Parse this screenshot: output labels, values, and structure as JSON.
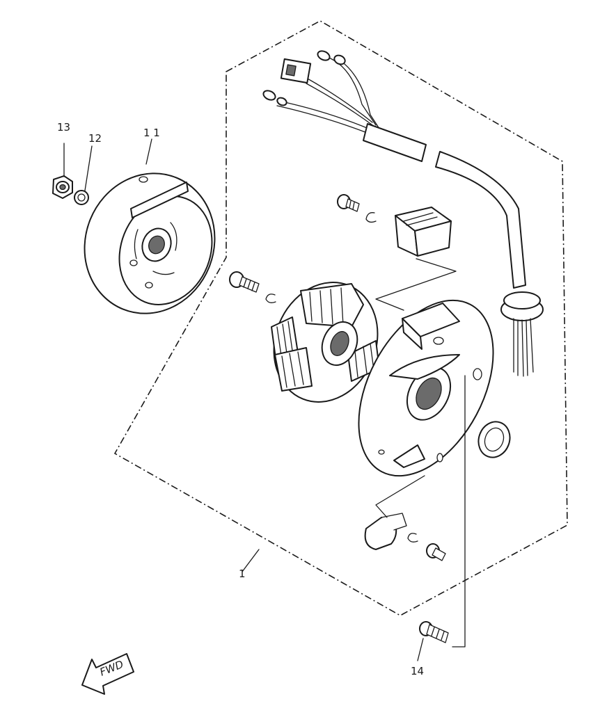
{
  "callouts": {
    "part_13": "13",
    "part_12": "12",
    "part_11": "1 1",
    "part_1": "1",
    "part_14": "14"
  },
  "fwd_badge": "FWD",
  "colors": {
    "ink": "#1a1a1a",
    "background": "#ffffff"
  }
}
